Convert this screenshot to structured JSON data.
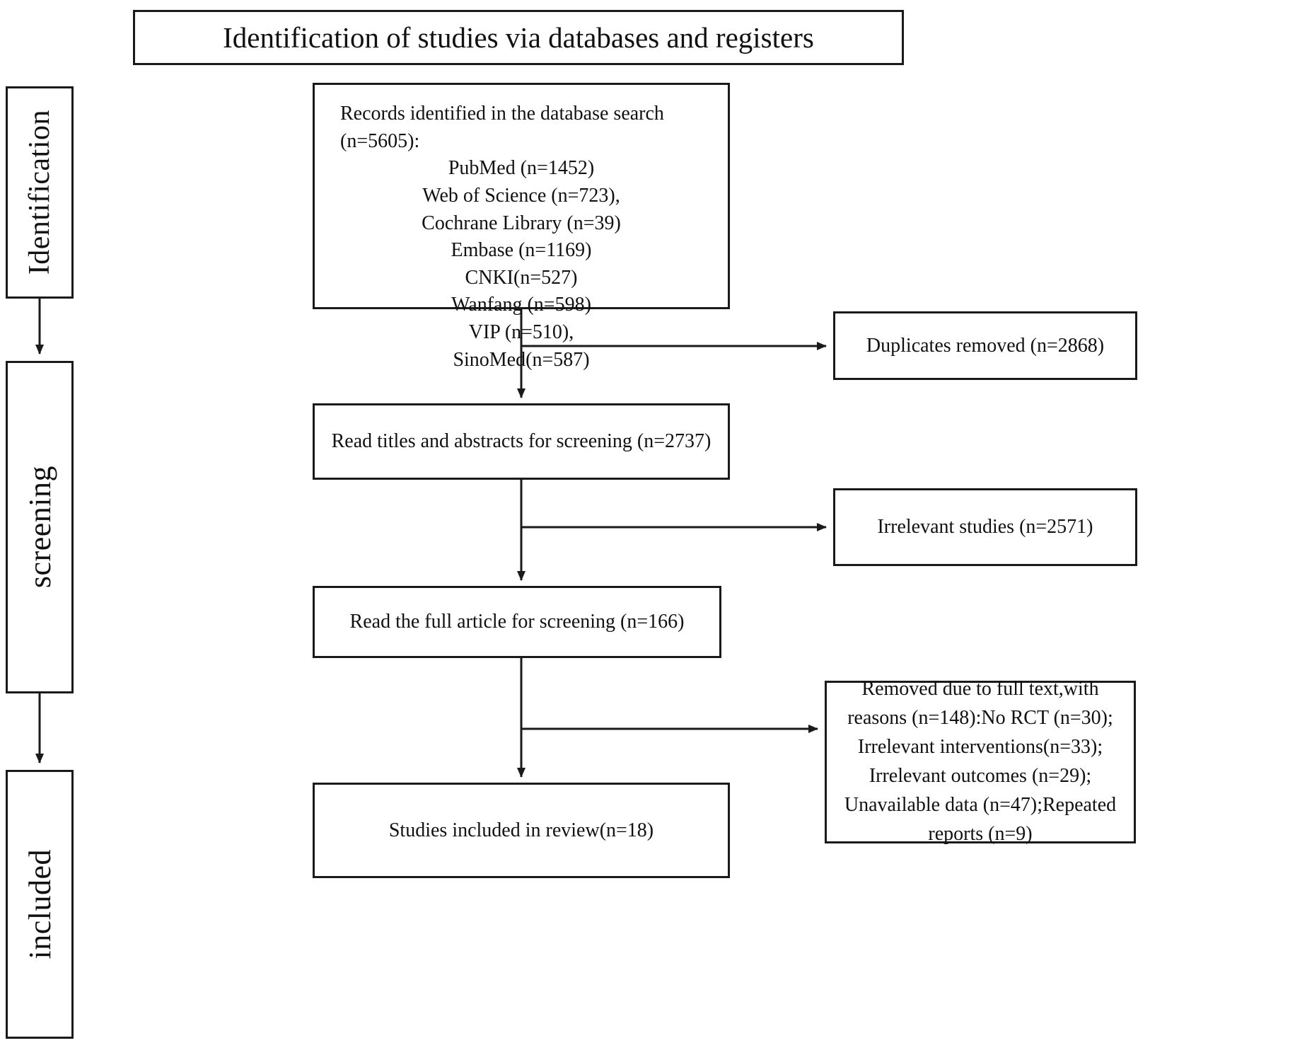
{
  "diagram": {
    "type": "prisma-flow-diagram",
    "title": "Identification of studies via databases and registers",
    "stages": {
      "identification": "Identification",
      "screening": "screening",
      "included": "included"
    },
    "records_box": {
      "header": "Records identified in the database search (n=5605):",
      "sources": [
        "PubMed (n=1452)",
        "Web of Science (n=723),",
        "Cochrane Library (n=39)",
        "Embase  (n=1169)",
        "CNKI(n=527)",
        "Wanfang (n=598)",
        "VIP  (n=510),",
        "SinoMed(n=587)"
      ]
    },
    "duplicates_box": "Duplicates removed (n=2868)",
    "titles_box": "Read titles and abstracts for screening (n=2737)",
    "irrelevant_box": "Irrelevant studies (n=2571)",
    "fulltext_box": "Read the full article for screening (n=166)",
    "reasons_box": [
      "Removed due to full text,with",
      "reasons (n=148):No RCT (n=30);",
      "Irrelevant interventions(n=33);",
      "Irrelevant outcomes (n=29);",
      "Unavailable data (n=47);Repeated",
      "reports (n=9)"
    ],
    "included_box": "Studies included in review(n=18)",
    "counts": {
      "identified_total": 5605,
      "pubmed": 1452,
      "web_of_science": 723,
      "cochrane_library": 39,
      "embase": 1169,
      "cnki": 527,
      "wanfang": 598,
      "vip": 510,
      "sinomed": 587,
      "duplicates_removed": 2868,
      "screened_titles_abstracts": 2737,
      "irrelevant_studies": 2571,
      "full_text_assessed": 166,
      "full_text_excluded": 148,
      "no_rct": 30,
      "irrelevant_interventions": 33,
      "irrelevant_outcomes": 29,
      "unavailable_data": 47,
      "repeated_reports": 9,
      "included_in_review": 18
    },
    "colors": {
      "stroke": "#1a1a1a",
      "fill": "#ffffff",
      "text": "#111111"
    }
  }
}
